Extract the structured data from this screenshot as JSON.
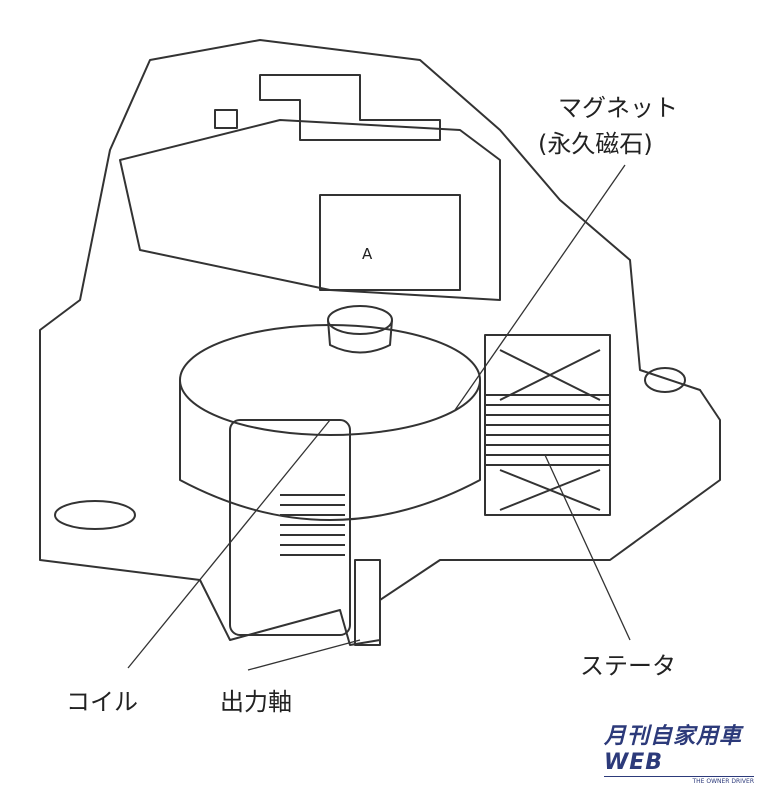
{
  "labels": {
    "magnet": "マグネット",
    "magnet_sub": "(永久磁石)",
    "stator": "ステータ",
    "coil": "コイル",
    "output_shaft": "出力軸",
    "connector": "A"
  },
  "logo": {
    "main": "月刊自家用車WEB",
    "sub": "THE OWNER DRIVER"
  },
  "colors": {
    "line": "#333333",
    "logo": "#2c3a7a"
  }
}
